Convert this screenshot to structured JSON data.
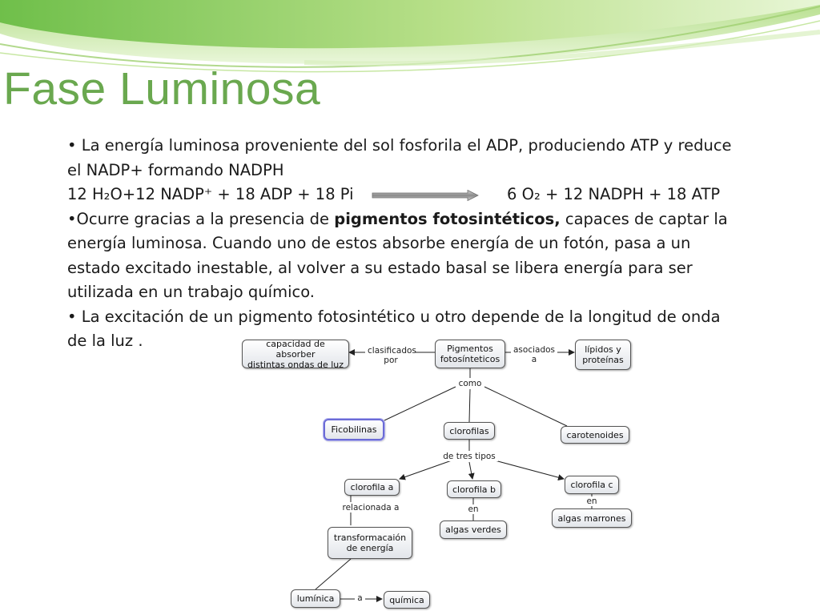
{
  "slide": {
    "title": "Fase Luminosa",
    "paragraph1": [
      "• La energía luminosa proveniente del sol fosforila el ADP, produciendo ATP y reduce",
      "el NADP+ formando NADPH"
    ],
    "equation": {
      "reactants": "12 H₂O+12 NADP⁺ + 18 ADP + 18 Pi",
      "products": "6 O₂ + 12 NADPH + 18 ATP"
    },
    "paragraph2": {
      "prefix": "•Ocurre gracias a la presencia de ",
      "bold": "pigmentos fotosintéticos,",
      "suffix": " capaces de captar la",
      "rest": [
        "energía luminosa. Cuando uno de estos absorbe energía de un fotón, pasa a un",
        "estado excitado inestable, al volver a su estado basal se libera energía para ser",
        "utilizada en un trabajo químico."
      ]
    },
    "paragraph3": [
      "• La excitación de un pigmento fotosintético u otro depende de la longitud de onda",
      "de la luz ."
    ]
  },
  "concept_map": {
    "nodes": {
      "capacidad": "capacidad de absorber\ndistintas ondas de luz",
      "pigmentos": "Pigmentos\nfotosínteticos",
      "lipidos": "lípidos y\nproteínas",
      "ficobilinas": "Ficobilinas",
      "clorofilas": "clorofilas",
      "carotenoides": "carotenoides",
      "clorofila_a": "clorofila a",
      "clorofila_b": "clorofila b",
      "clorofila_c": "clorofila c",
      "algas_verdes": "algas verdes",
      "algas_marrones": "algas marrones",
      "transformacion": "transformacaión\nde energía",
      "luminica": "lumínica",
      "quimica": "química"
    },
    "links": {
      "clasificados_por": "clasificados\npor",
      "asociados_a": "asociados\na",
      "como": "como",
      "de_tres_tipos": "de tres tipos",
      "relacionada_a": "relacionada a",
      "en_b": "en",
      "en_c": "en",
      "a": "a"
    }
  }
}
